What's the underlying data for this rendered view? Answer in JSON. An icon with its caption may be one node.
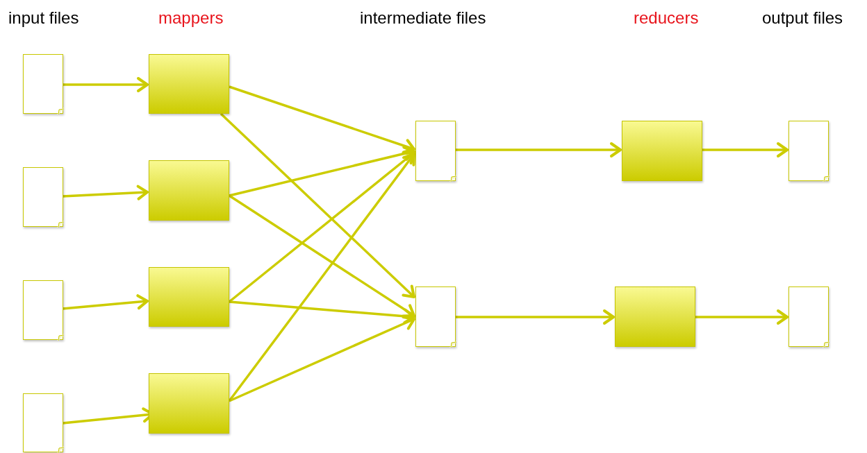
{
  "diagram": {
    "nodes": [
      {
        "text": [],
        "shape": "document"
      },
      {
        "text": [],
        "shape": "document"
      },
      {
        "text": [],
        "shape": "document"
      },
      {
        "text": [],
        "shape": "document"
      },
      {
        "text": [],
        "shape": "box"
      },
      {
        "text": [],
        "shape": "box"
      },
      {
        "text": [],
        "shape": "box"
      },
      {
        "text": [],
        "shape": "box"
      },
      {
        "text": [],
        "shape": "document"
      },
      {
        "text": [],
        "shape": "document"
      },
      {
        "text": [],
        "shape": "box"
      },
      {
        "text": [],
        "shape": "box"
      },
      {
        "text": [],
        "shape": "document"
      },
      {
        "text": [],
        "shape": "document"
      }
    ],
    "edges": [
      {
        "from": 0,
        "to": 4,
        "arrow": "to"
      },
      {
        "from": 1,
        "to": 5,
        "arrow": "to"
      },
      {
        "from": 2,
        "to": 6,
        "arrow": "to"
      },
      {
        "from": 3,
        "to": 7,
        "arrow": "to"
      },
      {
        "from": 4,
        "to": 8,
        "arrow": "to"
      },
      {
        "from": 4,
        "to": 9,
        "arrow": "to"
      },
      {
        "from": 5,
        "to": 8,
        "arrow": "to"
      },
      {
        "from": 5,
        "to": 9,
        "arrow": "to"
      },
      {
        "from": 6,
        "to": 8,
        "arrow": "to"
      },
      {
        "from": 6,
        "to": 9,
        "arrow": "to"
      },
      {
        "from": 7,
        "to": 8,
        "arrow": "to"
      },
      {
        "from": 7,
        "to": 9,
        "arrow": "to"
      },
      {
        "from": 8,
        "to": 10,
        "arrow": "to"
      },
      {
        "from": 10,
        "to": 12,
        "arrow": "to"
      },
      {
        "from": 9,
        "to": 11,
        "arrow": "to"
      },
      {
        "from": 11,
        "to": 13,
        "arrow": "to"
      }
    ],
    "labels": [
      "input files",
      "mappers",
      "intermediate files",
      "reducers",
      "output files"
    ]
  }
}
